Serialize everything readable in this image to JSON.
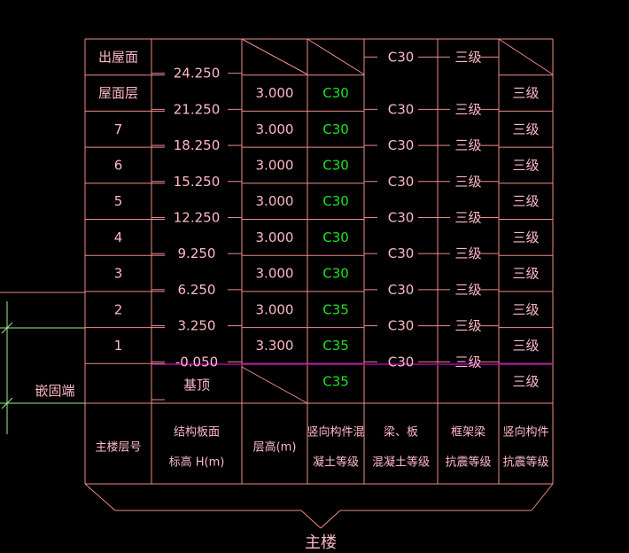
{
  "rows": [
    {
      "floor": "出屋面",
      "elev": "24.250",
      "height": "",
      "vconc": "",
      "beam": "C30",
      "frame": "三级",
      "vgrade": ""
    },
    {
      "floor": "屋面层",
      "elev": "21.250",
      "height": "3.000",
      "vconc": "C30",
      "beam": "C30",
      "frame": "三级",
      "vgrade": "三级"
    },
    {
      "floor": "7",
      "elev": "18.250",
      "height": "3.000",
      "vconc": "C30",
      "beam": "C30",
      "frame": "三级",
      "vgrade": "三级"
    },
    {
      "floor": "6",
      "elev": "15.250",
      "height": "3.000",
      "vconc": "C30",
      "beam": "C30",
      "frame": "三级",
      "vgrade": "三级"
    },
    {
      "floor": "5",
      "elev": "12.250",
      "height": "3.000",
      "vconc": "C30",
      "beam": "C30",
      "frame": "三级",
      "vgrade": "三级"
    },
    {
      "floor": "4",
      "elev": "9.250",
      "height": "3.000",
      "vconc": "C30",
      "beam": "C30",
      "frame": "三级",
      "vgrade": "三级"
    },
    {
      "floor": "3",
      "elev": "6.250",
      "height": "3.000",
      "vconc": "C30",
      "beam": "C30",
      "frame": "三级",
      "vgrade": "三级"
    },
    {
      "floor": "2",
      "elev": "3.250",
      "height": "3.000",
      "vconc": "C35",
      "beam": "C30",
      "frame": "三级",
      "vgrade": "三级"
    },
    {
      "floor": "1",
      "elev": "-0.050",
      "height": "3.300",
      "vconc": "C35",
      "beam": "C30",
      "frame": "三级",
      "vgrade": "三级"
    },
    {
      "floor": "",
      "elev": "基顶",
      "height": "",
      "vconc": "C35",
      "beam": "",
      "frame": "",
      "vgrade": "三级"
    }
  ],
  "side_label": "嵌固端",
  "headers": [
    {
      "l1": "主楼层号",
      "l2": ""
    },
    {
      "l1": "结构板面",
      "l2": "标高 H(m)"
    },
    {
      "l1": "层高(m)",
      "l2": ""
    },
    {
      "l1": "竖向构件混",
      "l2": "凝土等级"
    },
    {
      "l1": "梁、板",
      "l2": "混凝土等级"
    },
    {
      "l1": "框架梁",
      "l2": "抗震等级"
    },
    {
      "l1": "竖向构件",
      "l2": "抗震等级"
    }
  ],
  "bottom_label": "主楼",
  "colors": {
    "line": "#f08a8a",
    "text": "#ffb8c8",
    "green": "#22e022",
    "green_line": "#9cf08a",
    "magenta": "#b000b0",
    "background": "#000000"
  }
}
